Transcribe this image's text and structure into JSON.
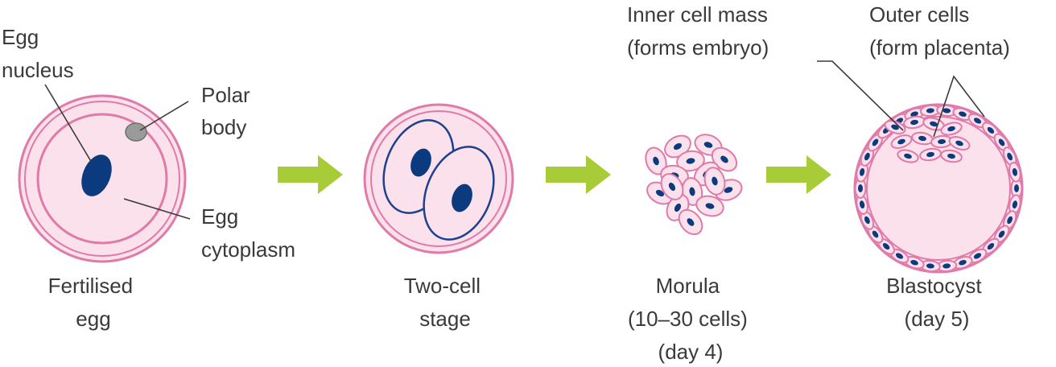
{
  "labels": {
    "egg_nucleus": [
      "Egg",
      "nucleus"
    ],
    "polar_body": [
      "Polar",
      "body"
    ],
    "egg_cytoplasm": [
      "Egg",
      "cytoplasm"
    ],
    "inner_cell_mass": [
      "Inner cell mass",
      "(forms embryo)"
    ],
    "outer_cells": [
      "Outer cells",
      "(form placenta)"
    ]
  },
  "stages": [
    {
      "caption": [
        "Fertilised",
        "egg"
      ]
    },
    {
      "caption": [
        "Two-cell",
        "stage"
      ]
    },
    {
      "caption": [
        "Morula",
        "(10–30 cells)",
        "(day 4)"
      ]
    },
    {
      "caption": [
        "Blastocyst",
        "(day 5)"
      ]
    }
  ],
  "colors": {
    "membrane": "#e07aa8",
    "cytoplasm": "#fbe1ec",
    "nucleus": "#0b3a7e",
    "cell_outline": "#1f3f8f",
    "polar_body": "#9a9a9a",
    "arrow": "#a7cc38",
    "leader_line": "#3a3a3a"
  },
  "icons": {
    "arrow": "right-arrow-icon"
  }
}
